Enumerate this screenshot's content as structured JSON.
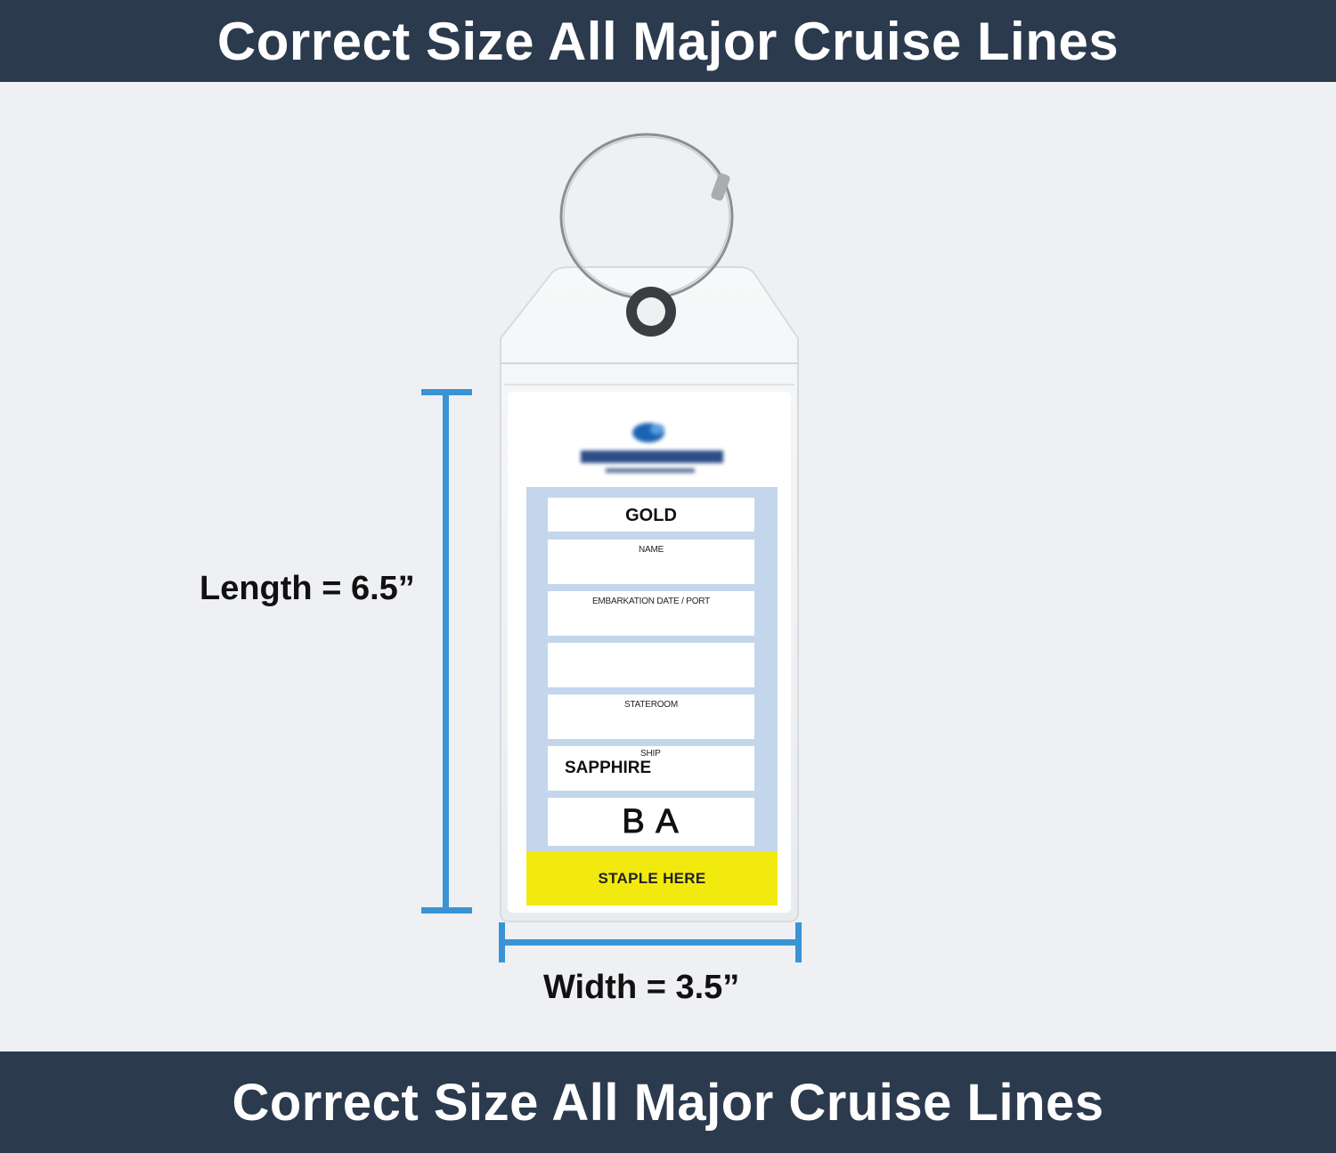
{
  "banner": {
    "top_text": "Correct Size All Major Cruise Lines",
    "bottom_text": "Correct Size All Major Cruise Lines"
  },
  "dimensions": {
    "length_label": "Length = 6.5”",
    "width_label": "Width = 3.5”"
  },
  "tag": {
    "status": "GOLD",
    "name_label": "NAME",
    "embarkation_label": "EMBARKATION DATE / PORT",
    "stateroom_label": "STATEROOM",
    "ship_label": "SHIP",
    "ship_value": "SAPPHIRE",
    "code": "B A",
    "staple_text": "STAPLE HERE"
  },
  "colors": {
    "banner_bg": "#2b3a4d",
    "dimension_bar": "#3a93d4",
    "form_bg": "#c3d6ec",
    "staple_bg": "#f2ea0e"
  }
}
